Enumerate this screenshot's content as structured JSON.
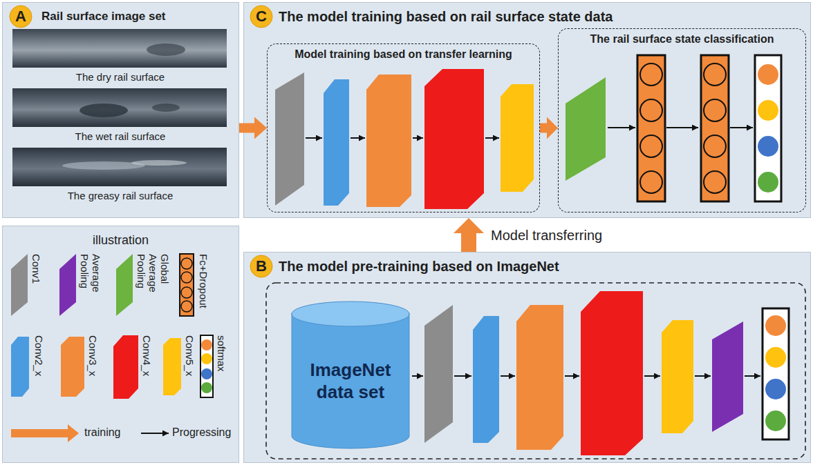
{
  "diagram": {
    "nodes": [
      {
        "text": [
          "Rail surface image set"
        ]
      },
      {
        "text": [
          "A"
        ],
        "in": 0
      },
      {
        "text": [
          "The dry rail surface"
        ],
        "in": 0
      },
      {
        "text": [
          "The wet rail surface"
        ],
        "in": 0
      },
      {
        "text": [
          "The greasy rail surface"
        ],
        "in": 0
      },
      {
        "text": [
          "The model training based on rail surface state data"
        ]
      },
      {
        "text": [
          "C"
        ],
        "in": 5
      },
      {
        "text": [
          "Model training based on transfer learning"
        ],
        "in": 5
      },
      {
        "text": [
          "The rail surface state classification"
        ],
        "in": 5
      },
      {
        "text": [
          "illustration"
        ]
      },
      {
        "text": [
          "The model pre-training based on ImageNet"
        ]
      },
      {
        "text": [
          "B"
        ],
        "in": 10
      },
      {
        "text": [
          "ImageNet data set"
        ],
        "in": 10
      }
    ],
    "edges": [
      {
        "from": 0,
        "to": 7,
        "arrow": "to"
      },
      {
        "from": 7,
        "to": 8,
        "arrow": "to"
      },
      {
        "from": 10,
        "to": 5,
        "arrow": "to",
        "label": "Model transferring"
      }
    ],
    "legend": [
      {
        "text": "Conv1",
        "color": "#8c8c8c"
      },
      {
        "text": "Average Pooling",
        "color": "#7a2fb0"
      },
      {
        "text": "Global Average Pooling",
        "color": "#6cb33f"
      },
      {
        "text": "Fc+Dropout",
        "color": "#f28a3b"
      },
      {
        "text": "Conv2_x",
        "color": "#4b9be0"
      },
      {
        "text": "Conv3_x",
        "color": "#f28a3b"
      },
      {
        "text": "Conv4_x",
        "color": "#ee1b1b"
      },
      {
        "text": "Conv5_x",
        "color": "#ffc20e"
      },
      {
        "text": "softmax"
      },
      {
        "text": "training"
      },
      {
        "text": "Progressing"
      }
    ]
  }
}
